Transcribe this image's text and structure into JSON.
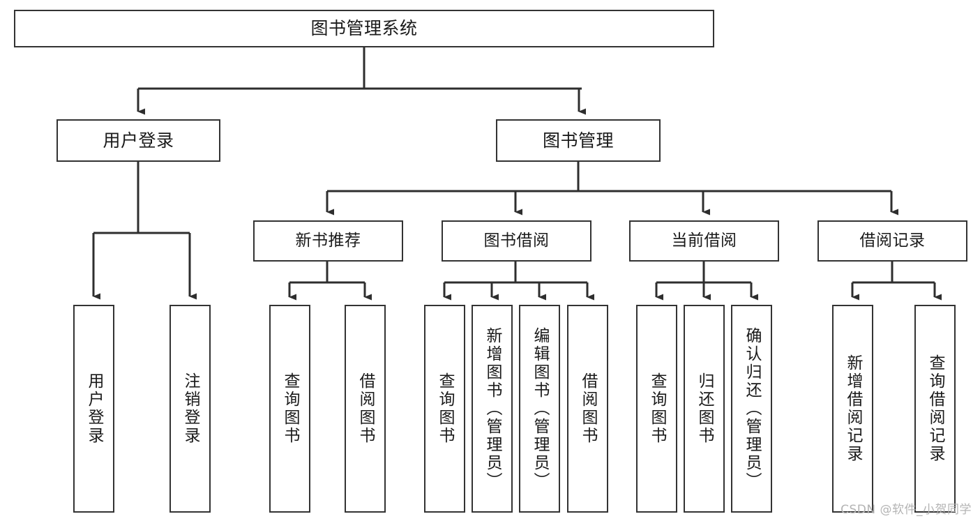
{
  "diagram": {
    "title": "图书管理系统",
    "type": "functional-structure-tree",
    "watermark": "CSDN @软件_小贺同学",
    "colors": {
      "background": "#ffffff",
      "box_border": "#333333",
      "box_fill": "#ffffff",
      "text": "#1a1a1a",
      "connector": "#333333",
      "watermark": "#b4b4b4"
    },
    "root": {
      "label": "图书管理系统"
    },
    "level2": [
      {
        "id": "user-login",
        "label": "用户登录"
      },
      {
        "id": "book-manage",
        "label": "图书管理"
      }
    ],
    "level3": [
      {
        "id": "new-book-recommend",
        "label": "新书推荐",
        "parent": "book-manage"
      },
      {
        "id": "book-borrow",
        "label": "图书借阅",
        "parent": "book-manage"
      },
      {
        "id": "current-borrow",
        "label": "当前借阅",
        "parent": "book-manage"
      },
      {
        "id": "borrow-record",
        "label": "借阅记录",
        "parent": "book-manage"
      }
    ],
    "leaves": [
      {
        "id": "leaf-user-login",
        "label": "用户登录",
        "parent": "user-login"
      },
      {
        "id": "leaf-logout-login",
        "label": "注销登录",
        "parent": "user-login"
      },
      {
        "id": "leaf-query-book-1",
        "label": "查询图书",
        "parent": "new-book-recommend"
      },
      {
        "id": "leaf-borrow-book-1",
        "label": "借阅图书",
        "parent": "new-book-recommend"
      },
      {
        "id": "leaf-query-book-2",
        "label": "查询图书",
        "parent": "book-borrow"
      },
      {
        "id": "leaf-add-book",
        "label": "新增图书（管理员）",
        "parent": "book-borrow"
      },
      {
        "id": "leaf-edit-book",
        "label": "编辑图书（管理员）",
        "parent": "book-borrow"
      },
      {
        "id": "leaf-borrow-book-2",
        "label": "借阅图书",
        "parent": "book-borrow"
      },
      {
        "id": "leaf-query-book-3",
        "label": "查询图书",
        "parent": "current-borrow"
      },
      {
        "id": "leaf-return-book",
        "label": "归还图书",
        "parent": "current-borrow"
      },
      {
        "id": "leaf-confirm-return",
        "label": "确认归还（管理员）",
        "parent": "current-borrow"
      },
      {
        "id": "leaf-add-record",
        "label": "新增借阅记录",
        "parent": "borrow-record"
      },
      {
        "id": "leaf-query-record",
        "label": "查询借阅记录",
        "parent": "borrow-record"
      }
    ]
  }
}
